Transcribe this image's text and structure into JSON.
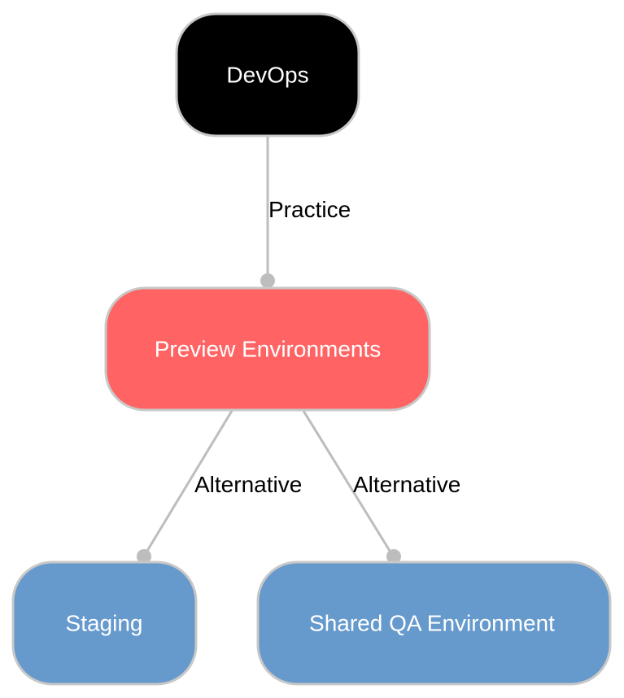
{
  "diagram": {
    "nodes": {
      "devops": {
        "label": "DevOps",
        "fill": "#000000"
      },
      "preview": {
        "label": "Preview Environments",
        "fill": "#ff6363"
      },
      "staging": {
        "label": "Staging",
        "fill": "#6699cc"
      },
      "shared_qa": {
        "label": "Shared QA Environment",
        "fill": "#6699cc"
      }
    },
    "edges": {
      "devops_preview": {
        "label": "Practice",
        "from": "DevOps",
        "to": "Preview Environments"
      },
      "preview_staging": {
        "label": "Alternative",
        "from": "Preview Environments",
        "to": "Staging"
      },
      "preview_shared_qa": {
        "label": "Alternative",
        "from": "Preview Environments",
        "to": "Shared QA Environment"
      }
    },
    "colors": {
      "edge": "#bdbdbd",
      "node_border": "#c8c8c8",
      "node_text": "#ffffff",
      "edge_text": "#000000"
    }
  }
}
